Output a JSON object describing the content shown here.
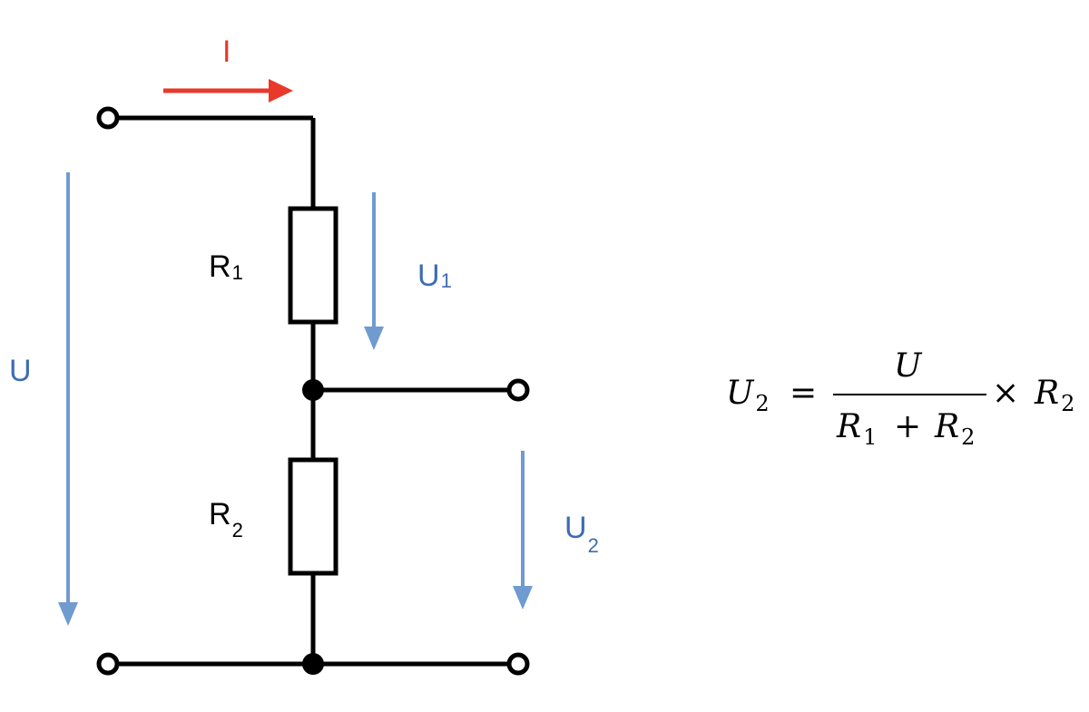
{
  "circuit": {
    "current_label": "I",
    "resistor1": {
      "label": "R",
      "sub": "1"
    },
    "resistor2": {
      "label": "R",
      "sub": "2"
    },
    "voltage_total": {
      "label": "U"
    },
    "voltage1": {
      "label": "U",
      "sub": "1"
    },
    "voltage2": {
      "label": "U",
      "sub": "2"
    }
  },
  "formula": {
    "lhs": "U",
    "lhs_sub": "2",
    "equals": "=",
    "numerator": "U",
    "den_r1": "R",
    "den_r1_sub": "1",
    "den_plus": "+",
    "den_r2": "R",
    "den_r2_sub": "2",
    "times": "×",
    "rhs": "R",
    "rhs_sub": "2"
  },
  "colors": {
    "current_arrow": "#e8392a",
    "voltage_arrow": "#6f9bd0",
    "voltage_text": "#3d6db3",
    "wire": "#000000"
  }
}
